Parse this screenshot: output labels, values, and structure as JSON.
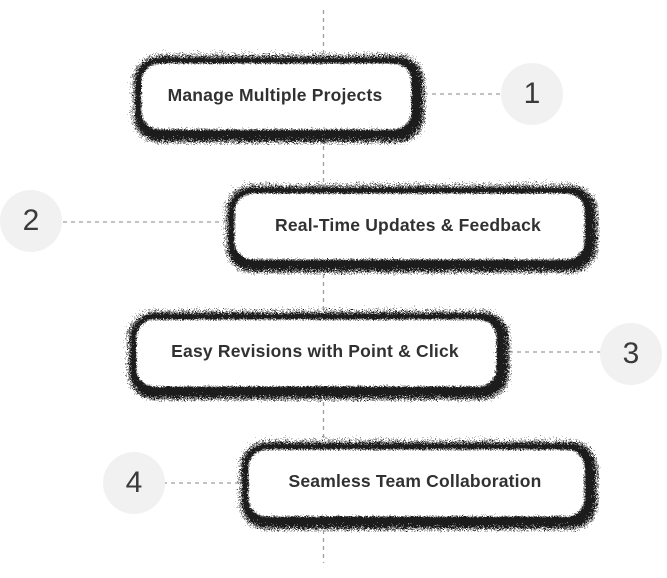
{
  "diagram": {
    "title": "feature-flow-diagram",
    "background_color": "#ffffff",
    "box_fill": "#ffffff",
    "box_border_noise_color": "#1d1d1d",
    "dashed_line_color": "#9e9e9e",
    "circle_fill": "#f1f1f1",
    "number_color": "#3a3a3a",
    "label_color": "#313131",
    "steps": [
      {
        "number": "1",
        "label": "Manage Multiple Projects",
        "side": "right"
      },
      {
        "number": "2",
        "label": "Real-Time Updates & Feedback",
        "side": "left"
      },
      {
        "number": "3",
        "label": "Easy Revisions with Point & Click",
        "side": "right"
      },
      {
        "number": "4",
        "label": "Seamless Team Collaboration",
        "side": "left"
      }
    ]
  }
}
